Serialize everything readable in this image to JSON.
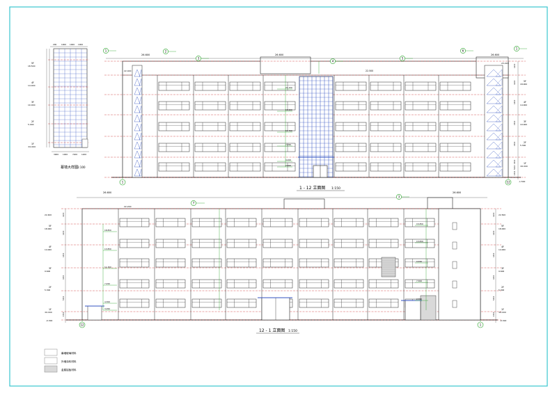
{
  "sheet": {
    "frame_color": "#39c6cf"
  },
  "detail": {
    "title": "幕墙大样图",
    "scale": "1:100",
    "top_dims": [
      "200",
      "1000",
      "1000",
      "1000"
    ],
    "floors": [
      {
        "label": "5F",
        "elev": "18.500"
      },
      {
        "label": "4F",
        "elev": "14.000"
      },
      {
        "label": "3F",
        "elev": "10.000"
      },
      {
        "label": "2F",
        "elev": "5.000"
      },
      {
        "label": "1F",
        "elev": "±0.000"
      }
    ],
    "bottom_dims": [
      "3900",
      "1000",
      "7200",
      "1200"
    ]
  },
  "elevation_top": {
    "title": "1 - 12 立面图",
    "scale": "1:150",
    "axis_left": "1",
    "axis_right": "12",
    "roof_elev_left": "26.600",
    "roof_elev_center": "26.600",
    "roof_elev_right": "26.600",
    "parapet_elev_left": "22.400",
    "parapet_elev_right": "23.220",
    "roof_mid_elev": "22.500",
    "interior_elevs": [
      "21.150",
      "16.600",
      "11.700",
      "7.250",
      "4.200",
      "2.600"
    ],
    "right_floors": [
      {
        "label": "5F",
        "elev": "18.000"
      },
      {
        "label": "4F",
        "elev": "14.000"
      },
      {
        "label": "3F",
        "elev": "10.000"
      },
      {
        "label": "2F",
        "elev": "5.300"
      },
      {
        "label": "1F",
        "elev": "±0.000"
      }
    ],
    "right_bottom_elev": "-1.500",
    "right_dims": [
      "4200",
      "4200",
      "4300",
      "4500",
      "4500",
      "4500",
      "5300",
      "1500"
    ],
    "callouts": [
      "1",
      "2",
      "3",
      "4",
      "5",
      "6"
    ]
  },
  "elevation_bottom": {
    "title": "12 - 1 立面图",
    "scale": "1:150",
    "axis_left": "12",
    "axis_right": "1",
    "roof_elev_left": "26.600",
    "roof_elev_right": "26.600",
    "parapet_elev": "22.200",
    "floors_left": [
      {
        "label": "",
        "elev": "22.400"
      },
      {
        "label": "5F",
        "elev": "18.000"
      },
      {
        "label": "4F",
        "elev": "14.000"
      },
      {
        "label": "3F",
        "elev": "9.600"
      },
      {
        "label": "2F",
        "elev": "5.300"
      },
      {
        "label": "1F",
        "elev": "±0.000"
      }
    ],
    "floors_right": [
      {
        "label": "",
        "elev": "22.500"
      },
      {
        "label": "5F",
        "elev": "18.000"
      },
      {
        "label": "4F",
        "elev": "14.000"
      },
      {
        "label": "3F",
        "elev": "9.600"
      },
      {
        "label": "2F",
        "elev": "5.300"
      },
      {
        "label": "1F",
        "elev": "±0.000"
      }
    ],
    "left_bottom_elev": "-0.300",
    "right_bottom_elev": "-0.300",
    "interior_elevs_left": [
      "18.850",
      "13.850",
      "11.450",
      "7.450",
      "4.300",
      "3.050"
    ],
    "interior_elevs_right": [
      "15.850",
      "13.650",
      "9.450",
      "7.300",
      "2.700"
    ],
    "side_dims": [
      "4200",
      "4200",
      "4300",
      "4300",
      "5300",
      "1500"
    ],
    "callouts": [
      "3",
      "7"
    ]
  },
  "legend": {
    "items": [
      {
        "label": "幕墙玻璃材料",
        "swatch": "#ffffff"
      },
      {
        "label": "外墙涂料材料",
        "swatch": "#ffffff"
      },
      {
        "label": "金属铝板材料",
        "swatch": "#d9d9d9"
      }
    ]
  }
}
